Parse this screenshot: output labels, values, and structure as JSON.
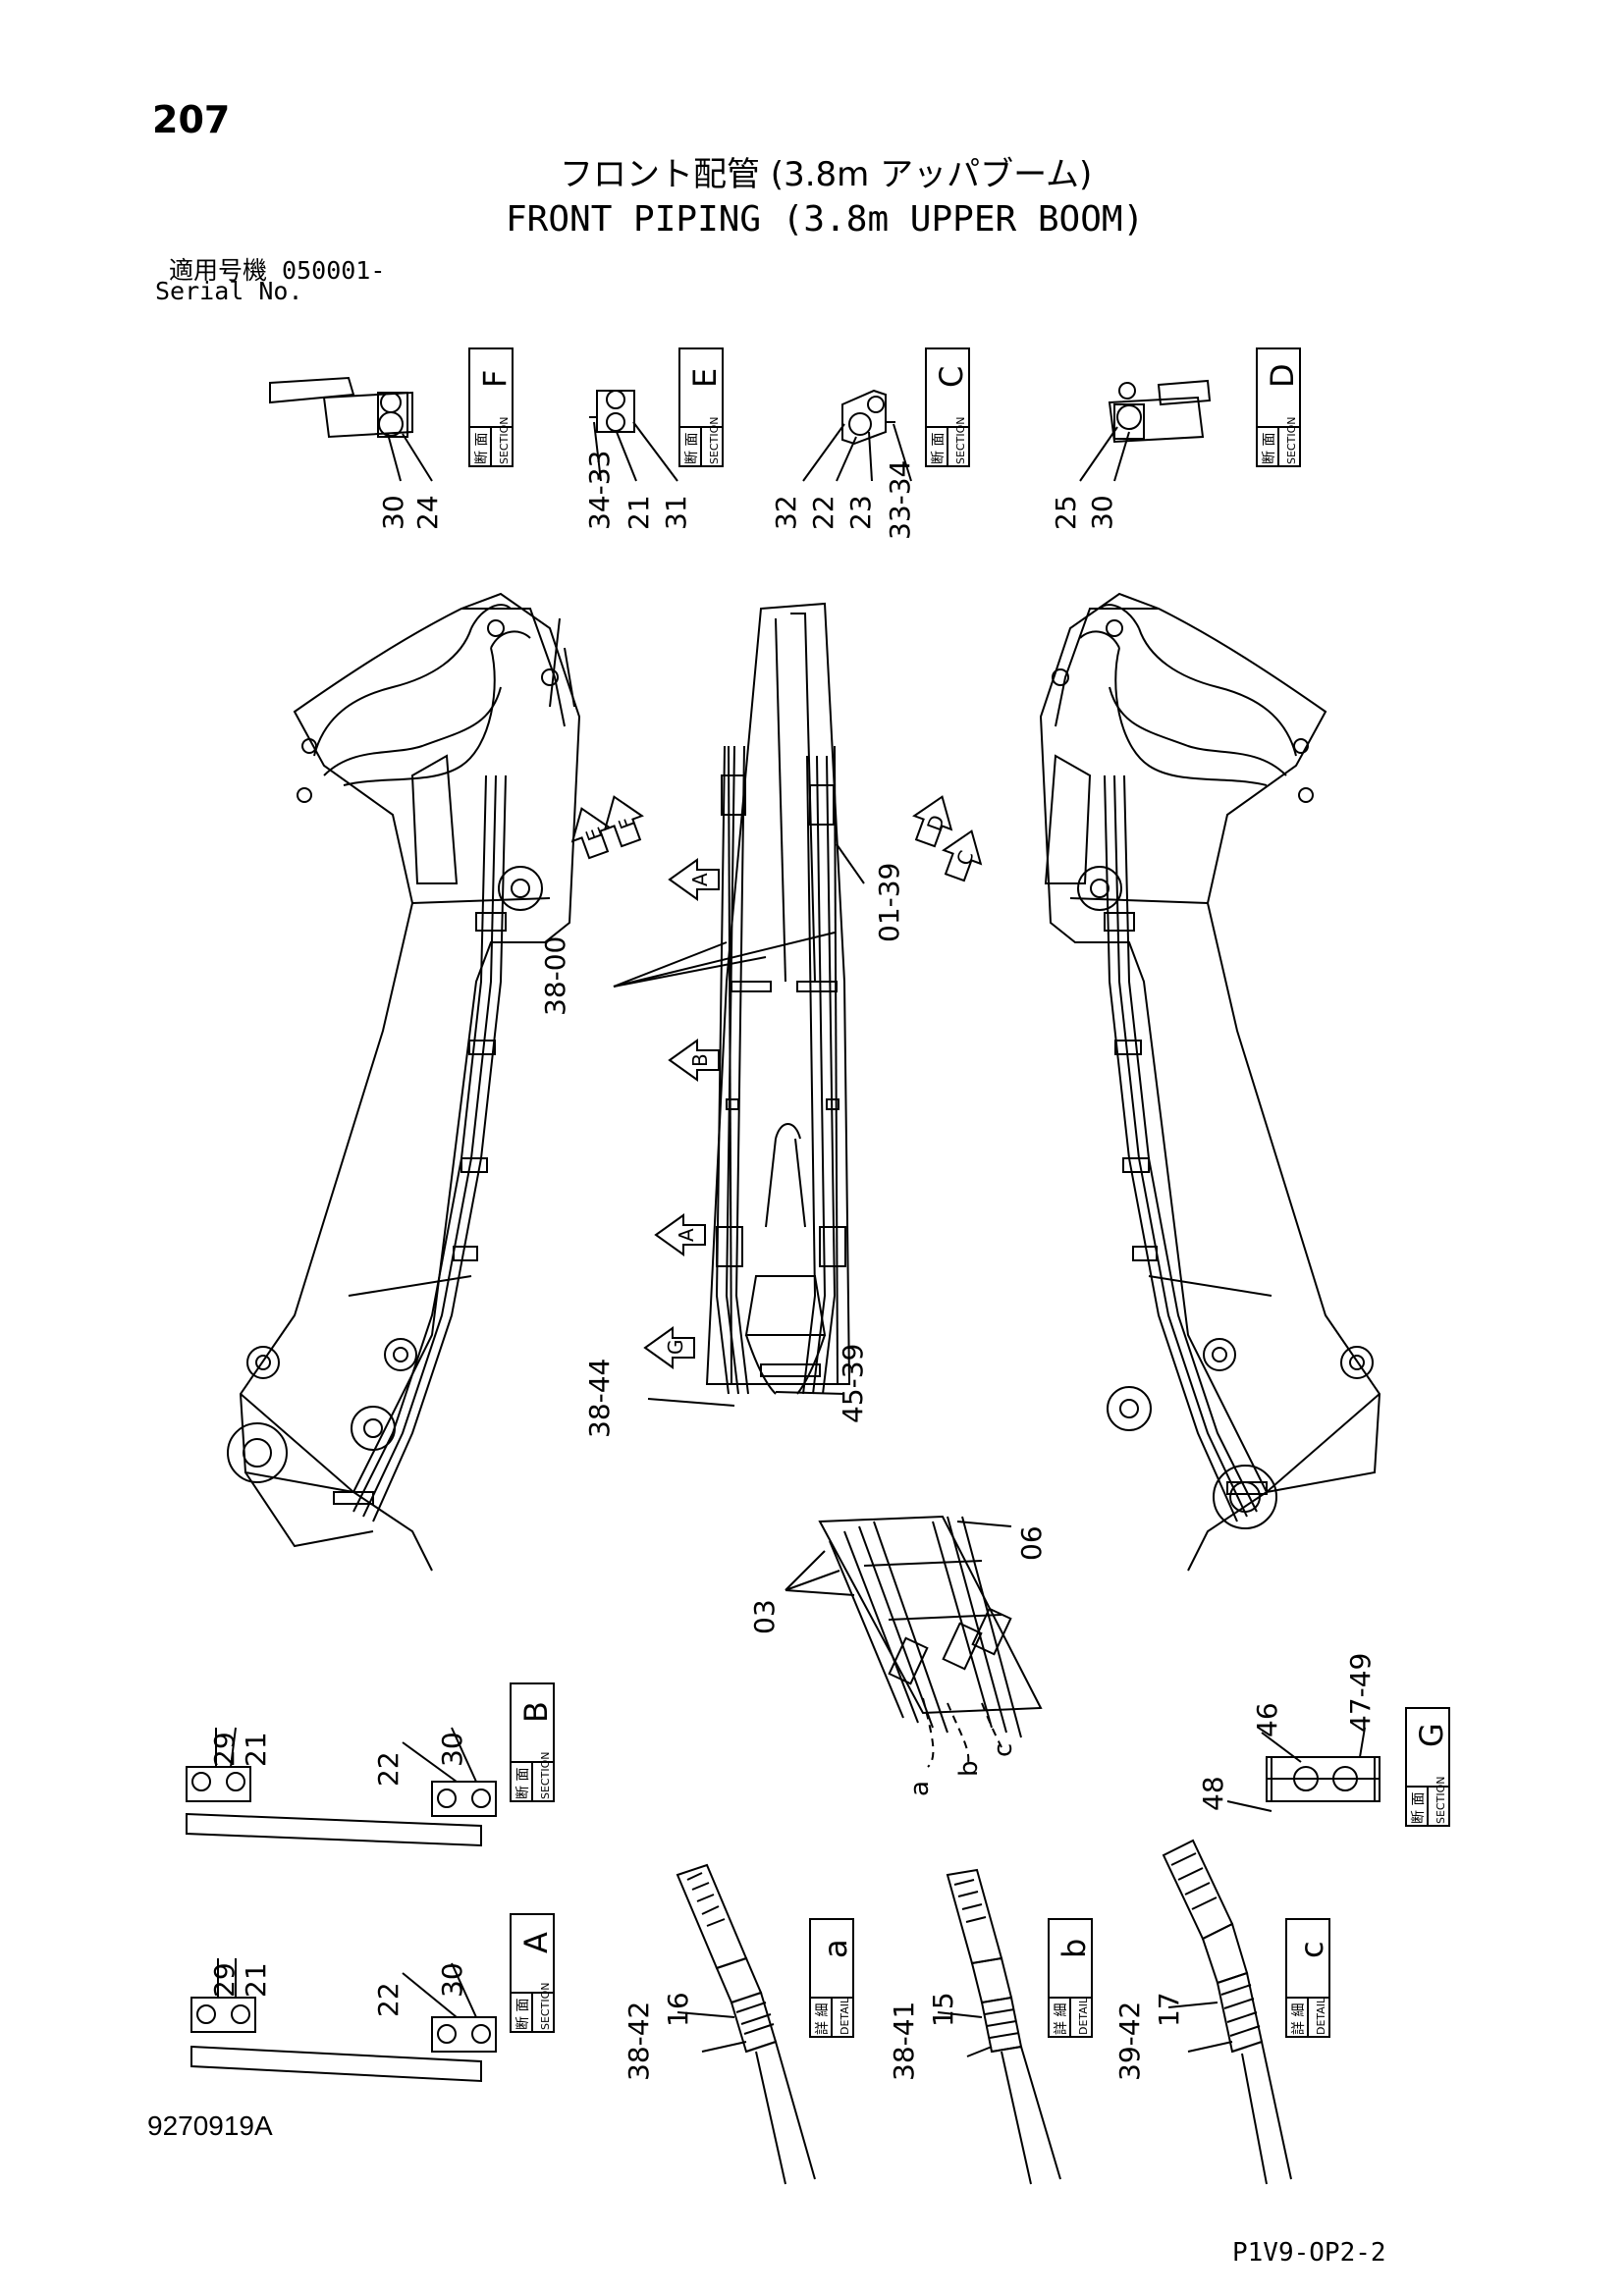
{
  "page": {
    "number": "207",
    "title_jp": "フロント配管 (3.8m アッパブーム)",
    "title_en": "FRONT PIPING (3.8m UPPER BOOM)",
    "serial_jp": "適用号機  050001-",
    "serial_en": "Serial No.",
    "drawing_number": "9270919A",
    "sheet_code": "P1V9-OP2-2"
  },
  "tag_text": {
    "section_jp": "断 面",
    "section_en": "SECTION",
    "detail_jp": "詳 細",
    "detail_en": "DETAIL"
  },
  "views": [
    {
      "id": "F",
      "kind": "section",
      "letter": "F",
      "callouts": [
        "30",
        "24"
      ]
    },
    {
      "id": "E",
      "kind": "section",
      "letter": "E",
      "callouts": [
        "34-33",
        "21",
        "31"
      ]
    },
    {
      "id": "C",
      "kind": "section",
      "letter": "C",
      "callouts": [
        "32",
        "22",
        "23",
        "33-34"
      ]
    },
    {
      "id": "D",
      "kind": "section",
      "letter": "D",
      "callouts": [
        "25",
        "30"
      ]
    },
    {
      "id": "B",
      "kind": "section",
      "letter": "B",
      "callouts": [
        "29",
        "21",
        "22",
        "30"
      ]
    },
    {
      "id": "G",
      "kind": "section",
      "letter": "G",
      "callouts": [
        "46",
        "47-49",
        "48"
      ]
    },
    {
      "id": "A",
      "kind": "section",
      "letter": "A",
      "callouts": [
        "29",
        "21",
        "22",
        "30"
      ]
    },
    {
      "id": "a",
      "kind": "detail",
      "letter": "a",
      "callouts": [
        "38-42",
        "16"
      ]
    },
    {
      "id": "b",
      "kind": "detail",
      "letter": "b",
      "callouts": [
        "38-41",
        "15"
      ]
    },
    {
      "id": "c",
      "kind": "detail",
      "letter": "c",
      "callouts": [
        "39-42",
        "17"
      ]
    }
  ],
  "main_callouts": {
    "c01_39": "01-39",
    "c38_00": "38-00",
    "c38_44": "38-44",
    "c45_39": "45-39",
    "c06": "06",
    "c03": "03"
  },
  "view_markers": [
    "E",
    "F",
    "D",
    "C",
    "A",
    "B",
    "A",
    "G"
  ],
  "leader_letters": [
    "a",
    "b",
    "c"
  ]
}
